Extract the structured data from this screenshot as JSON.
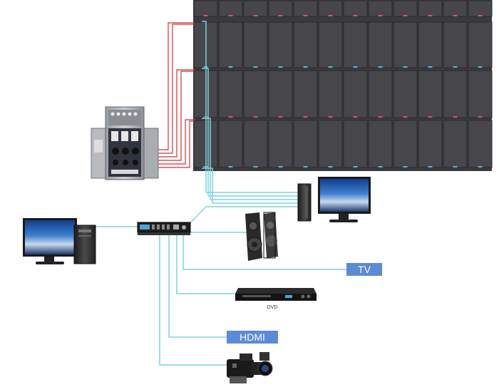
{
  "labels": {
    "tv": "TV",
    "dvd": "DVD",
    "hdmi": "HDMI"
  },
  "colors": {
    "cyan_cable": "#7fd4de",
    "red_cable": "#cc3333",
    "label_bg": "#5b8ad6",
    "panel_dark": "#3a3a3e"
  },
  "icons": {
    "power_cabinet": "power-distribution-cabinet-icon",
    "video_processor": "video-processor-icon",
    "left_computer": "desktop-computer-icon",
    "right_computer": "desktop-computer-icon",
    "speakers": "speakers-icon",
    "dvd_player": "dvd-player-icon",
    "camera": "video-camera-icon"
  }
}
